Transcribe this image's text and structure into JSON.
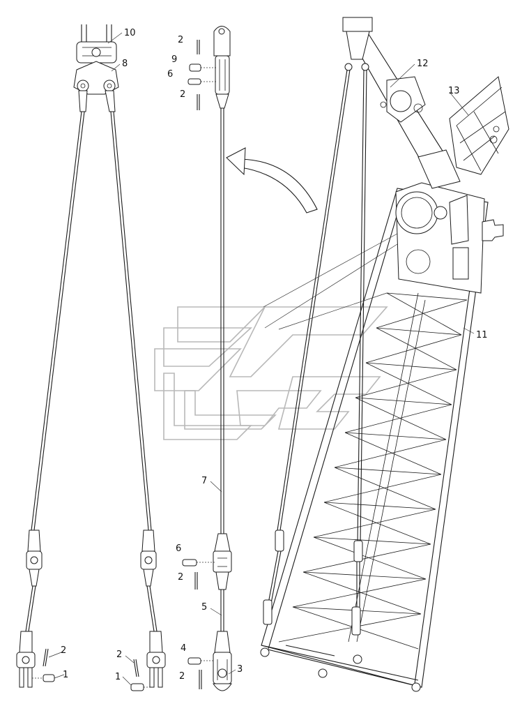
{
  "callouts": [
    {
      "id": "c10",
      "text": "10"
    },
    {
      "id": "c8",
      "text": "8"
    },
    {
      "id": "c2a",
      "text": "2"
    },
    {
      "id": "c9",
      "text": "9"
    },
    {
      "id": "c6a",
      "text": "6"
    },
    {
      "id": "c2b",
      "text": "2"
    },
    {
      "id": "c12",
      "text": "12"
    },
    {
      "id": "c13",
      "text": "13"
    },
    {
      "id": "c11",
      "text": "11"
    },
    {
      "id": "c7",
      "text": "7"
    },
    {
      "id": "c6b",
      "text": "6"
    },
    {
      "id": "c2c",
      "text": "2"
    },
    {
      "id": "c5",
      "text": "5"
    },
    {
      "id": "c4",
      "text": "4"
    },
    {
      "id": "c2d",
      "text": "2"
    },
    {
      "id": "c3",
      "text": "3"
    },
    {
      "id": "c2e",
      "text": "2"
    },
    {
      "id": "c1a",
      "text": "1"
    },
    {
      "id": "c2f",
      "text": "2"
    },
    {
      "id": "c1b",
      "text": "1"
    }
  ]
}
